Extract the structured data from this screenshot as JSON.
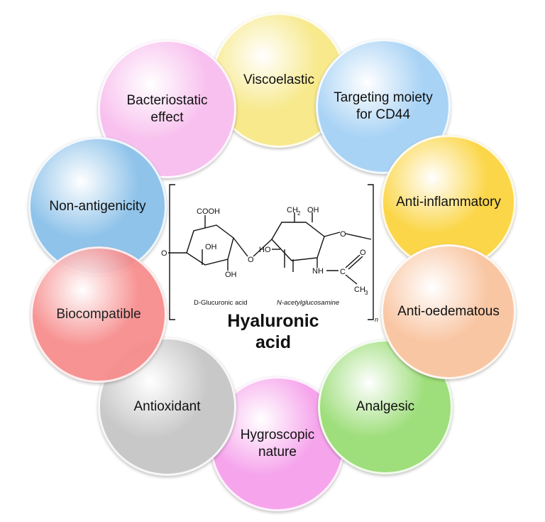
{
  "title": "Hyaluronic\nacid",
  "structure": {
    "cooh": "COOH",
    "ch2oh_ch": "CH",
    "ch2oh_sub": "2",
    "oh_top": "OH",
    "oh_ring1_mid": "OH",
    "oh_ring1_bot": "OH",
    "ho_ring2": "HO",
    "o_left": "O",
    "o_link": "O",
    "o_right": "O",
    "nh": "NH",
    "c": "C",
    "o_carbonyl": "O",
    "ch3_ch": "CH",
    "ch3_sub": "3",
    "n_repeat": "n",
    "label_glucuronic": "D-Glucuronic acid",
    "label_nacetyl": "N-acetylglucosamine"
  },
  "properties": [
    {
      "label": "Viscoelastic",
      "color": "#f7e98c"
    },
    {
      "label": "Targeting moiety\nfor CD44",
      "color": "#a9d3f5"
    },
    {
      "label": "Anti-inflammatory",
      "color": "#fbd648"
    },
    {
      "label": "Anti-oedematous",
      "color": "#f9c6a3"
    },
    {
      "label": "Analgesic",
      "color": "#9ede7b"
    },
    {
      "label": "Hygroscopic\nnature",
      "color": "#f6a5ec"
    },
    {
      "label": "Antioxidant",
      "color": "#c8c8c8"
    },
    {
      "label": "Biocompatible",
      "color": "#f78b8b"
    },
    {
      "label": "Non-antigenicity",
      "color": "#8fc3ea"
    },
    {
      "label": "Bacteriostatic\neffect",
      "color": "#f8c0ee"
    }
  ]
}
